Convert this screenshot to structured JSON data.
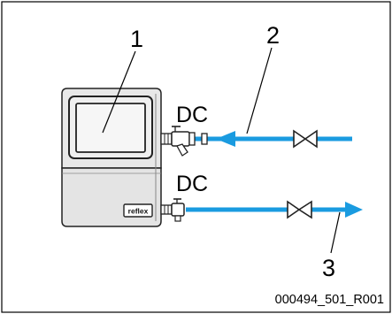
{
  "callouts": [
    "1",
    "2",
    "3"
  ],
  "connection_label": "DC",
  "brand": "reflex",
  "figure_ref": "000494_501_R001",
  "colors": {
    "pipe": "#1a9be0",
    "device_body": "#e8e8e8",
    "display_panel": "#efefef",
    "outline": "#222222"
  },
  "icons": [
    "gate-valve-icon",
    "strainer-icon",
    "flow-arrow-icon"
  ]
}
